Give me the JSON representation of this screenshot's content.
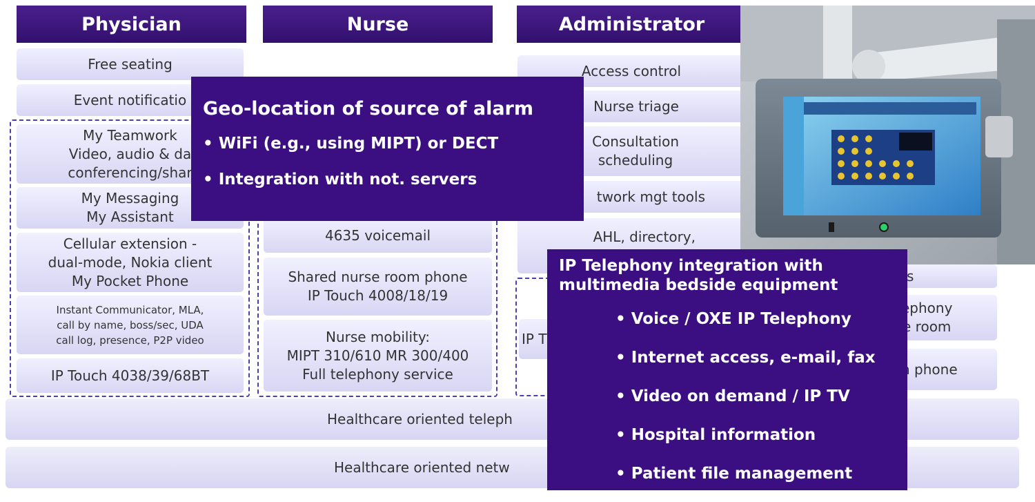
{
  "columns": {
    "physician": "Physician",
    "nurse": "Nurse",
    "administrator": "Administrator"
  },
  "physician": {
    "free_seating": "Free seating",
    "event_notification": "Event notificatio",
    "teamwork": "My Teamwork\nVideo, audio & da\nconferencing/shar",
    "messaging": "My Messaging\nMy Assistant",
    "cellular": "Cellular extension -\ndual-mode, Nokia client\nMy Pocket Phone",
    "communicator": "Instant Communicator, MLA,\ncall by name, boss/sec, UDA\ncall log, presence, P2P video",
    "ip_touch": "IP Touch 4038/39/68BT"
  },
  "nurse": {
    "voicemail": "4635 voicemail",
    "shared_phone": "Shared nurse room phone\nIP Touch 4008/18/19",
    "mobility": "Nurse mobility:\nMIPT 310/610 MR 300/400\nFull telephony service"
  },
  "administrator": {
    "access_control": "Access control",
    "nurse_triage": "Nurse triage",
    "consultation": "Consultation\nscheduling",
    "network_tools": "twork mgt tools",
    "ahl": "AHL, directory,",
    "partial_s": "s",
    "partial_telephony": "ephony\ne room",
    "partial_phone": "n phone",
    "partial_ip": "IP T"
  },
  "bands": {
    "telephony": "Healthcare oriented teleph",
    "network": "Healthcare oriented netw"
  },
  "geo_overlay": {
    "title": "Geo-location of source of alarm",
    "items": [
      "WiFi (e.g., using MIPT) or DECT",
      "Integration with not. servers"
    ]
  },
  "bedside_overlay": {
    "title_line1": "IP Telephony integration with",
    "title_line2": "multimedia bedside equipment",
    "items": [
      "Voice / OXE IP Telephony",
      "Internet access, e-mail, fax",
      "Video on demand / IP TV",
      "Hospital information",
      "Patient file management"
    ]
  },
  "colors": {
    "header_purple": "#3b0f82",
    "cell_lavender": "#dedcf5",
    "dashed_border": "#4a3fb0"
  }
}
